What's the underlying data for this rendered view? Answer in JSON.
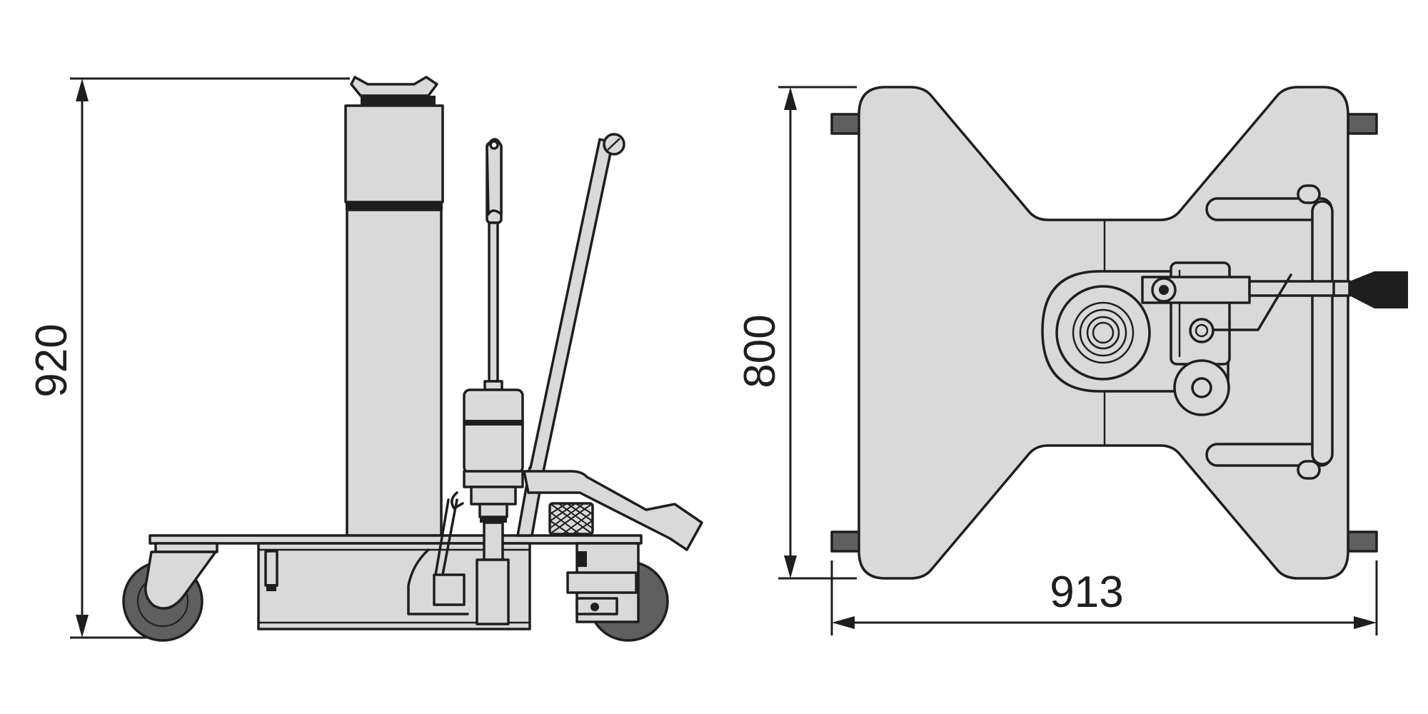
{
  "colors": {
    "body_fill": "#d9d9d9",
    "line": "#1e1e1e",
    "wheel": "#5f5f5f",
    "knob": "#1e1e1e",
    "background": "#ffffff"
  },
  "dimensions": {
    "height_label": "920",
    "depth_label": "800",
    "width_label": "913"
  }
}
